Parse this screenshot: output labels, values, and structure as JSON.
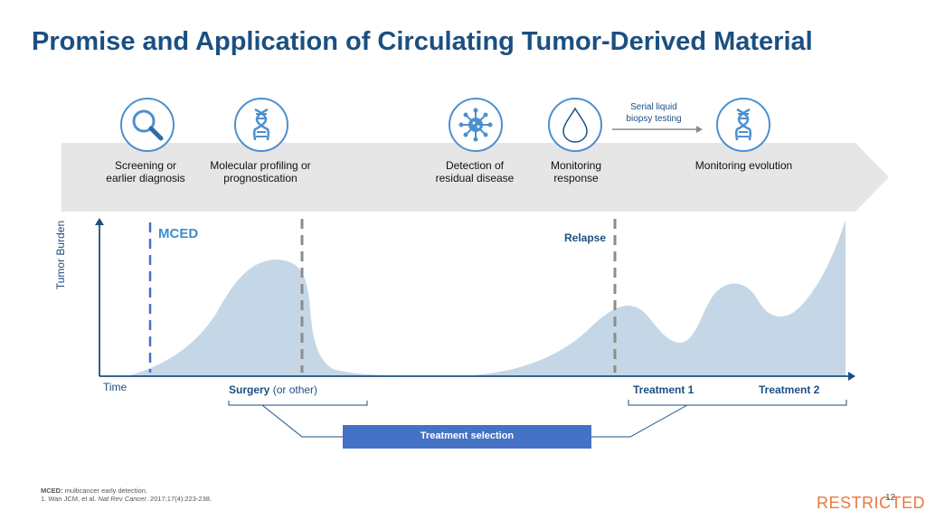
{
  "title": "Promise and Application of Circulating Tumor-Derived Material",
  "stages": [
    {
      "label_line1": "Screening or",
      "label_line2": "earlier diagnosis",
      "icon": "magnifier-icon"
    },
    {
      "label_line1": "Molecular profiling or",
      "label_line2": "prognostication",
      "icon": "dna-icon"
    },
    {
      "label_line1": "Detection of",
      "label_line2": "residual disease",
      "icon": "virus-cell-icon"
    },
    {
      "label_line1": "Monitoring",
      "label_line2": "response",
      "icon": "droplet-icon"
    },
    {
      "label_line1": "Monitoring evolution",
      "label_line2": "",
      "icon": "dna-icon"
    }
  ],
  "serial_line1": "Serial liquid",
  "serial_line2": "biopsy testing",
  "chart": {
    "ylabel": "Tumor Burden",
    "xlabel": "Time",
    "mced": "MCED",
    "relapse": "Relapse",
    "surgery_bold": "Surgery",
    "surgery_rest": " (or other)",
    "treatment1": "Treatment 1",
    "treatment2": "Treatment 2",
    "treatment_selection": "Treatment selection"
  },
  "footnote": {
    "abbr": "MCED:",
    "abbr_text": " multicancer early detection.",
    "ref_prefix": "1. Wan JCM, et al. ",
    "ref_journal": "Nat Rev Cancer",
    "ref_suffix": ". 2017;17(4):223-238."
  },
  "restricted": "RESTRICTED",
  "page_number": "12",
  "colors": {
    "title": "#1b4f82",
    "banner": "#e6e6e6",
    "area": "#c5d7e6",
    "icon_ring": "#4d90cf",
    "button": "#4472c4",
    "restricted": "#e8793e"
  }
}
